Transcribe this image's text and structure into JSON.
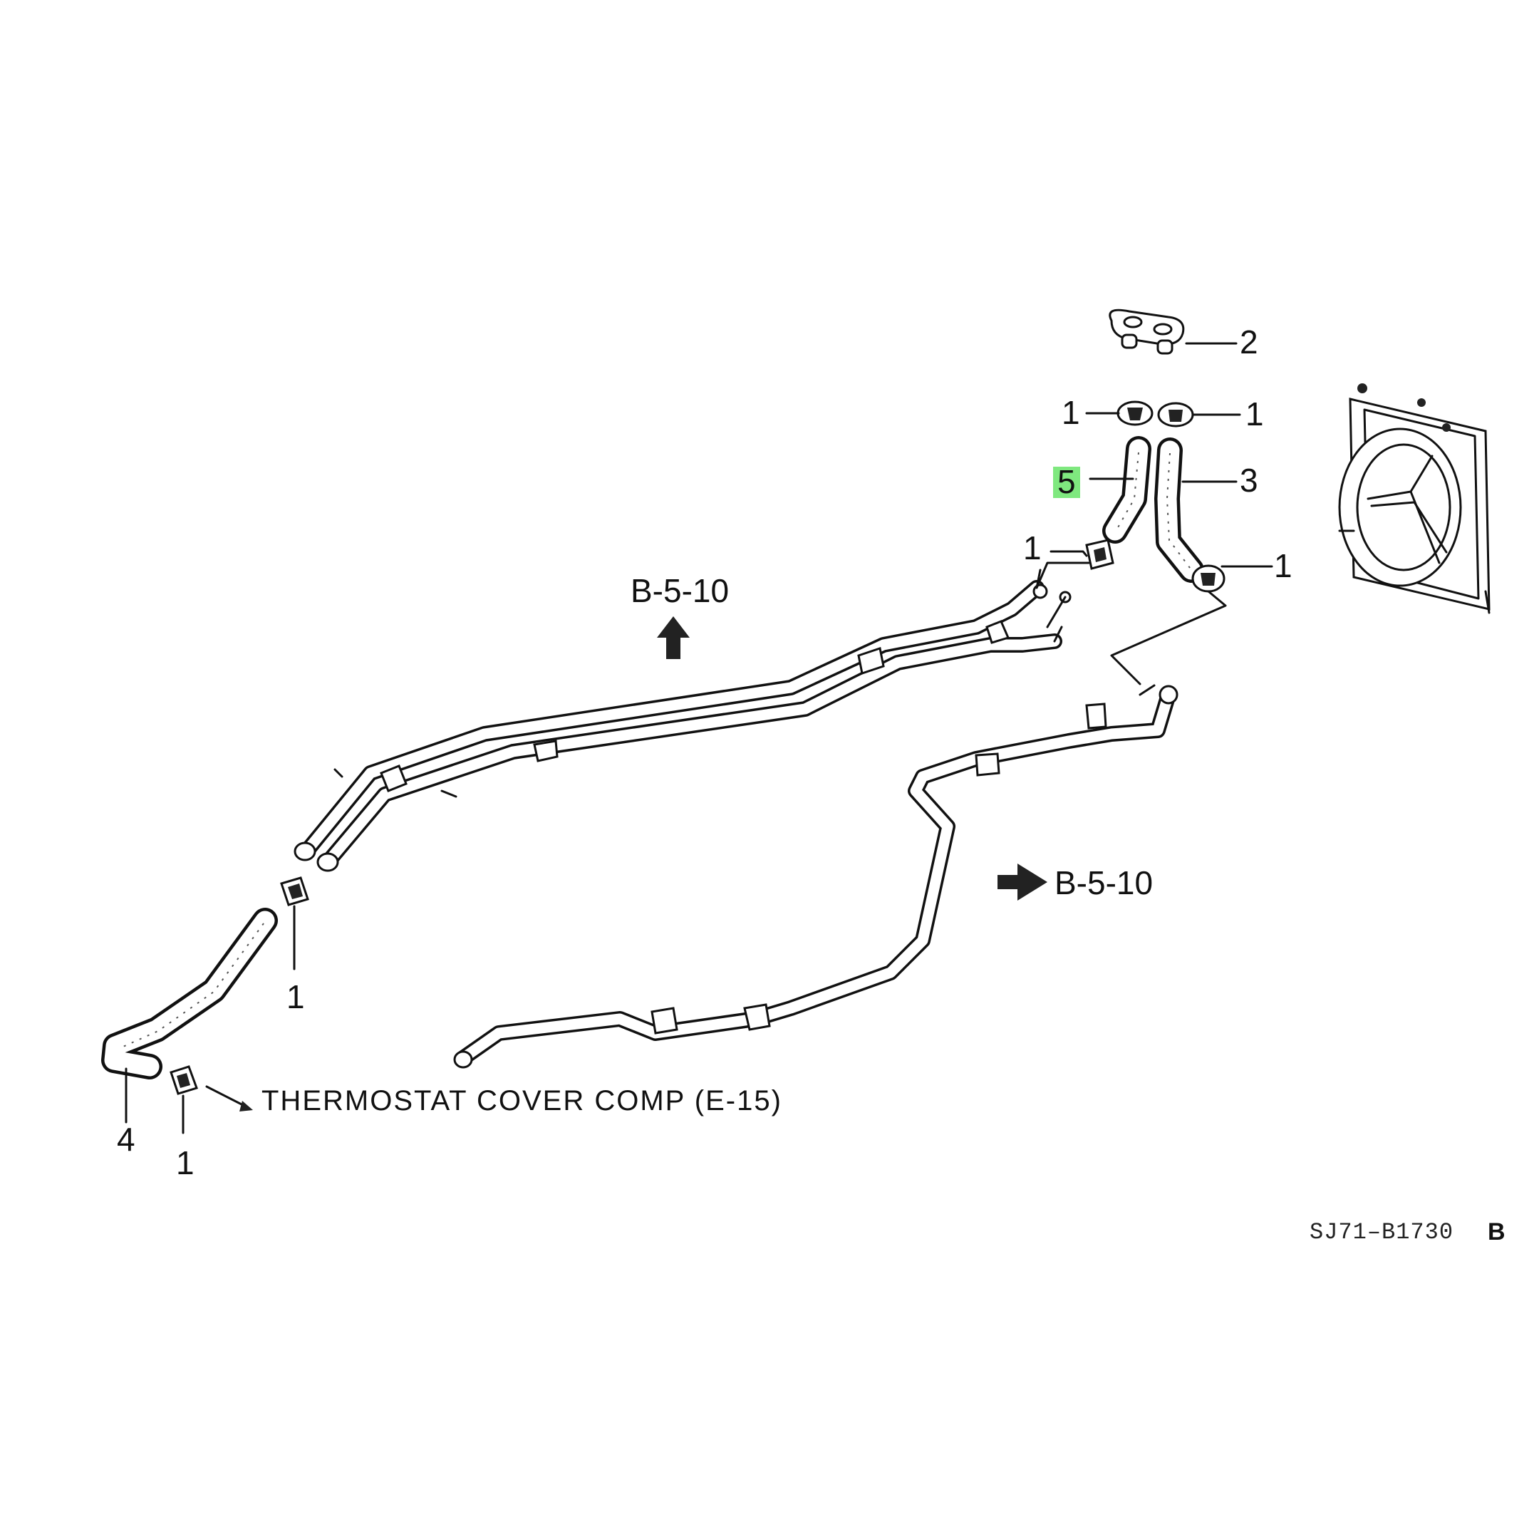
{
  "callouts": {
    "grommet": "2",
    "clamp_top_left": "1",
    "clamp_top_right": "1",
    "hose_5": "5",
    "hose_3": "3",
    "clamp_mid_left": "1",
    "clamp_mid_right": "1",
    "clamp_lower_pipe": "1",
    "hose_4": "4",
    "clamp_bottom": "1"
  },
  "references": {
    "upper_arrow": "B-5-10",
    "right_arrow": "B-5-10"
  },
  "notes": {
    "thermostat": "THERMOSTAT COVER COMP (E-15)"
  },
  "diagram_code": {
    "text": "SJ71–B1730",
    "suffix": "B"
  },
  "colors": {
    "highlight": "#7fe87f",
    "ink": "#111111"
  }
}
